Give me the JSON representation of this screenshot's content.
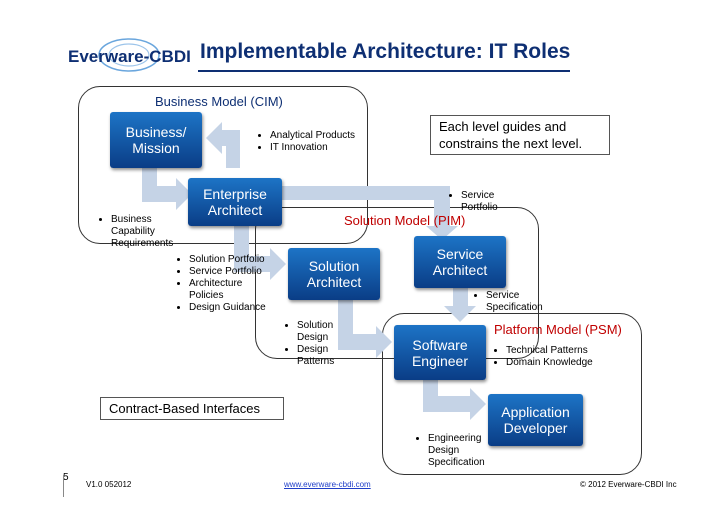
{
  "title": "Implementable Architecture: IT Roles",
  "logo_text": "Everware-CBDI",
  "regions": {
    "cim": "Business Model (CIM)",
    "pim": "Solution Model (PIM)",
    "psm": "Platform Model (PSM)"
  },
  "boxes": {
    "business_mission": "Business/\nMission",
    "enterprise_architect": "Enterprise\nArchitect",
    "solution_architect": "Solution\nArchitect",
    "service_architect": "Service\nArchitect",
    "software_engineer": "Software\nEngineer",
    "application_developer": "Application\nDeveloper"
  },
  "lists": {
    "analytical": [
      "Analytical Products",
      "IT Innovation"
    ],
    "business_capability": [
      "Business Capability Requirements"
    ],
    "solution_portfolio": [
      "Solution Portfolio",
      "Service Portfolio",
      "Architecture Policies",
      "Design Guidance"
    ],
    "service_portfolio": [
      "Service Portfolio"
    ],
    "service_specification": [
      "Service Specification"
    ],
    "solution_design": [
      "Solution Design",
      "Design Patterns"
    ],
    "technical": [
      "Technical Patterns",
      "Domain  Knowledge"
    ],
    "engineering": [
      "Engineering Design Specification"
    ]
  },
  "callouts": {
    "guides": "Each level guides and constrains the next level.",
    "contract": "Contract-Based Interfaces"
  },
  "footer": {
    "page_number": "5",
    "version": "V1.0 052012",
    "url": "www.everware-cbdi.com",
    "copyright": "© 2012 Everware-CBDI Inc"
  },
  "colors": {
    "title": "#0e2f73",
    "box": "#0a3d86",
    "region_label_red": "#c00000",
    "arrow": "#c5d3e6"
  }
}
